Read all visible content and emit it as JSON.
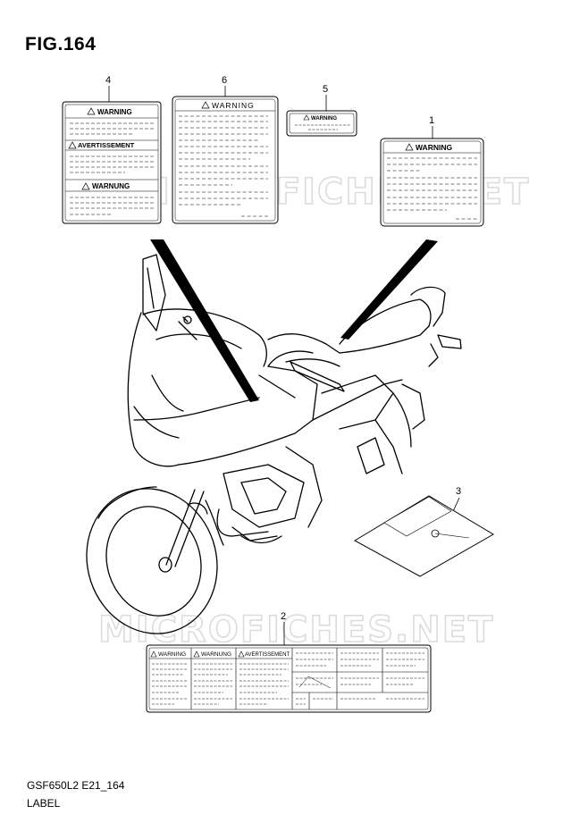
{
  "figure": {
    "title": "FIG.164",
    "model_code": "GSF650L2 E21_164",
    "section_name": "LABEL"
  },
  "watermark": {
    "text": "MICROFICHES.NET",
    "color": "#dcdcdc"
  },
  "callouts": [
    "1",
    "2",
    "3",
    "4",
    "5",
    "6"
  ],
  "labels": {
    "label_1": {
      "heading": "WARNING"
    },
    "label_4": {
      "headings": [
        "WARNING",
        "AVERTISSEMENT",
        "WARNUNG"
      ]
    },
    "label_5": {
      "heading": "WARNING"
    },
    "label_6": {
      "heading": "WARNING"
    },
    "label_2": {
      "headings": [
        "WARNING",
        "WARNUNG",
        "AVERTISSEMENT"
      ]
    }
  },
  "colors": {
    "line": "#000000",
    "background": "#ffffff"
  }
}
